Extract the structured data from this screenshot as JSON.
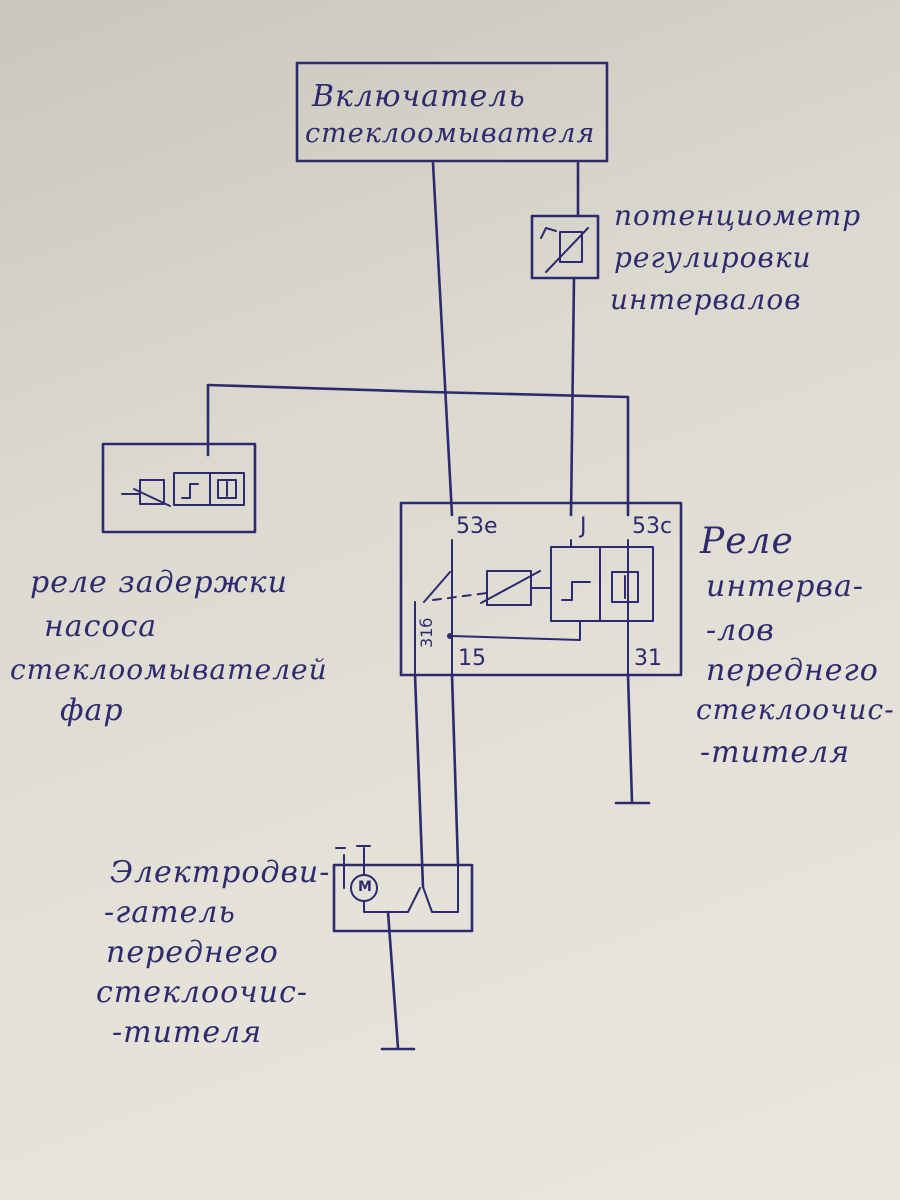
{
  "labels": {
    "switch": [
      "Включатель",
      "стеклоомывателя"
    ],
    "potentiometer": [
      "потенциометр",
      "регулировки",
      "интервалов"
    ],
    "delay_relay": [
      "реле задержки",
      "насоса",
      "стеклоомывателей",
      "фар"
    ],
    "interval_relay": [
      "Реле",
      "интерва-",
      "-лов",
      "переднего",
      "стеклоочис-",
      "-тителя"
    ],
    "motor": [
      "Электродви-",
      "-гатель",
      "переднего",
      "стеклоочис-",
      "-тителя"
    ]
  },
  "pins": {
    "p53e": "53е",
    "pJ": "J",
    "p53c": "53с",
    "p31b": "31б",
    "p15": "15",
    "p31": "31",
    "motor_mark": "М"
  },
  "colors": {
    "ink": "#2e2a6e",
    "paper": "#e3e1d8"
  }
}
